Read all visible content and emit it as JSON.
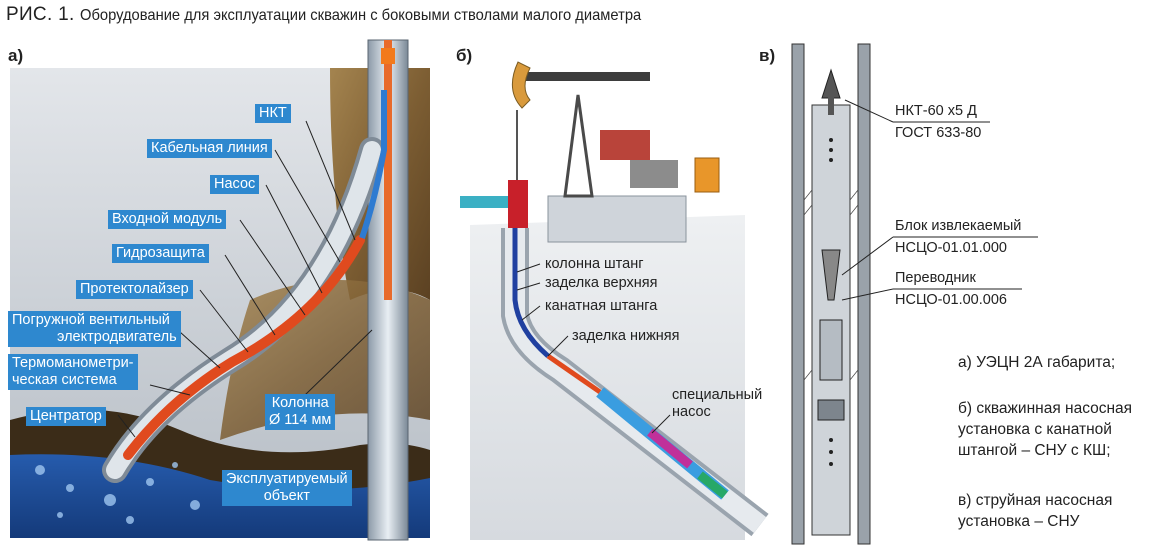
{
  "caption": {
    "fig": "РИС. 1.",
    "text": "Оборудование для эксплуатации скважин с боковыми стволами малого диаметра"
  },
  "panels": {
    "a": "а)",
    "b": "б)",
    "c": "в)"
  },
  "panel_a": {
    "nkt": "НКТ",
    "cable": "Кабельная линия",
    "pump": "Насос",
    "inlet": "Входной модуль",
    "hydro": "Гидрозащита",
    "protector": "Протектолайзер",
    "motor_1": "Погружной вентильный",
    "motor_2": "электродвигатель",
    "thermo_1": "Термоманометри-",
    "thermo_2": "ческая система",
    "centrator": "Центратор",
    "column_1": "Колонна",
    "column_2": "Ø 114 мм",
    "object_1": "Эксплуатируемый",
    "object_2": "объект"
  },
  "panel_b": {
    "rods": "колонна штанг",
    "upper": "заделка верхняя",
    "cable_rod": "канатная штанга",
    "lower": "заделка нижняя",
    "special_1": "специальный",
    "special_2": "насос"
  },
  "panel_c": {
    "nkt_1": "НКТ-60 х5 Д",
    "nkt_2": "ГОСТ 633-80",
    "block_1": "Блок извлекаемый",
    "block_2": "НСЦО-01.01.000",
    "adapter_1": "Переводник",
    "adapter_2": "НСЦО-01.00.006"
  },
  "legend": {
    "a": "а) УЭЦН 2А габарита;",
    "b_1": "б) скважинная насосная",
    "b_2": "установка с канатной",
    "b_3": "штангой – СНУ с КШ;",
    "c_1": "в) струйная насосная",
    "c_2": "установка – СНУ"
  },
  "colors": {
    "tag_blue": "#2e88cf",
    "pipe_red": "#e04a1e",
    "soil": "#8a6a3c",
    "water": "#1f4e9a",
    "rock_gray": "#c9ced4"
  }
}
